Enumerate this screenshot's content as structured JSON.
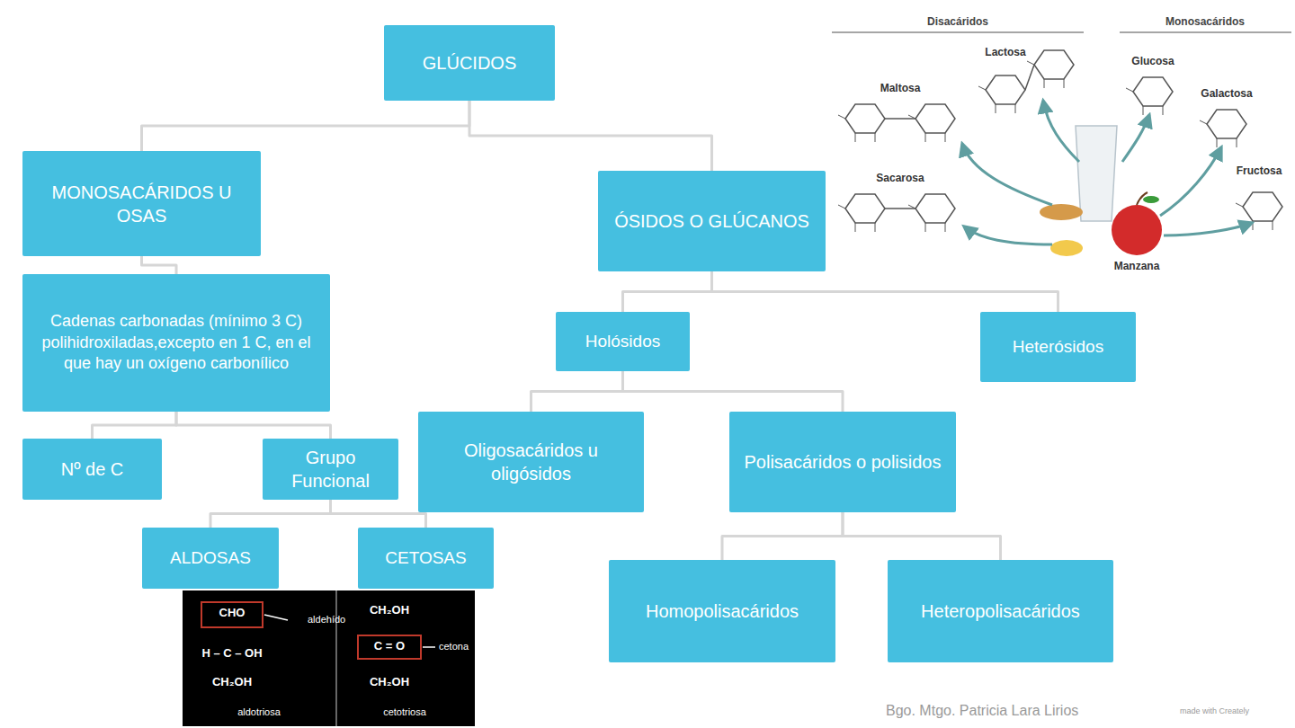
{
  "diagram": {
    "nodes": [
      {
        "text": [
          "GLÚCIDOS"
        ]
      },
      {
        "text": [
          "MONOSACÁRIDOS U OSAS"
        ]
      },
      {
        "text": [
          "Cadenas carbonadas (mínimo 3 C) polihidroxiladas,excepto en 1 C, en el que hay un oxígeno carbonílico"
        ]
      },
      {
        "text": [
          "Nº de C"
        ]
      },
      {
        "text": [
          "Grupo Funcional"
        ]
      },
      {
        "text": [
          "ALDOSAS"
        ]
      },
      {
        "text": [
          "CETOSAS"
        ]
      },
      {
        "text": [
          "ÓSIDOS O GLÚCANOS"
        ]
      },
      {
        "text": [
          "Holósidos"
        ]
      },
      {
        "text": [
          "Heterósidos"
        ]
      },
      {
        "text": [
          "Oligosacáridos u oligósidos"
        ]
      },
      {
        "text": [
          "Polisacáridos o polisidos"
        ]
      },
      {
        "text": [
          "Homopolisacáridos"
        ]
      },
      {
        "text": [
          "Heteropolisacáridos"
        ]
      }
    ],
    "edges": [
      {
        "from": 0,
        "to": 1,
        "arrow": "none"
      },
      {
        "from": 0,
        "to": 7,
        "arrow": "none"
      },
      {
        "from": 1,
        "to": 2,
        "arrow": "none"
      },
      {
        "from": 2,
        "to": 3,
        "arrow": "none"
      },
      {
        "from": 2,
        "to": 4,
        "arrow": "none"
      },
      {
        "from": 4,
        "to": 5,
        "arrow": "none"
      },
      {
        "from": 4,
        "to": 6,
        "arrow": "none"
      },
      {
        "from": 7,
        "to": 8,
        "arrow": "none"
      },
      {
        "from": 7,
        "to": 9,
        "arrow": "none"
      },
      {
        "from": 8,
        "to": 10,
        "arrow": "none"
      },
      {
        "from": 8,
        "to": 11,
        "arrow": "none"
      },
      {
        "from": 11,
        "to": 12,
        "arrow": "none"
      },
      {
        "from": 11,
        "to": 13,
        "arrow": "none"
      }
    ],
    "labels": [
      "Disacáridos",
      "Monosacáridos",
      "Maltosa",
      "Lactosa",
      "Sacarosa",
      "Glucosa",
      "Galactosa",
      "Fructosa",
      "Manzana",
      "CHO",
      "H – C – OH",
      "CH₂OH",
      "aldehído",
      "aldotriosa",
      "CH₂OH",
      "C = O",
      "CH₂OH",
      "cetona",
      "cetotriosa",
      "Bgo. Mtgo. Patricia Lara Lirios",
      "made with Creately"
    ]
  }
}
